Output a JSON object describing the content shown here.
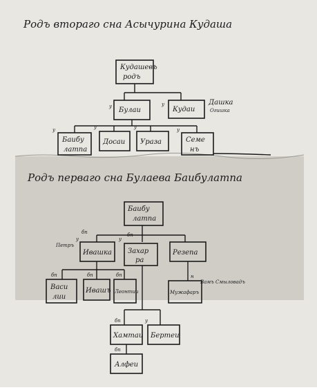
{
  "manuscript": {
    "title_top": "Родъ втораго сна Асычурина Кудаша",
    "title_middle": "Родъ перваго сна Булаева Баибулатпа",
    "colors": {
      "paper": "#e9e7e2",
      "inset_paper": "#cfcdc6",
      "ink": "#1a1a1a"
    }
  },
  "tree_top": {
    "root": [
      "Кудашевъ",
      "родъ"
    ],
    "level1": [
      {
        "id": "bulai",
        "label": "Булаи",
        "mark": "у"
      },
      {
        "id": "kudai",
        "label": "Кудаи",
        "mark": "у",
        "note_lines": [
          "Дашка",
          "Огишка"
        ]
      }
    ],
    "level2": [
      {
        "id": "baibulat",
        "lines": [
          "Баибу",
          "латпа"
        ],
        "mark": "у"
      },
      {
        "id": "dosai",
        "lines": [
          "Досаи"
        ],
        "mark": "у"
      },
      {
        "id": "uraz",
        "lines": [
          "Ураза"
        ],
        "mark": "у"
      },
      {
        "id": "semen",
        "lines": [
          "Семе",
          "нъ"
        ],
        "mark": "у"
      }
    ]
  },
  "tree_bottom": {
    "root": [
      "Баибу",
      "латпа"
    ],
    "level1": [
      {
        "id": "ivan",
        "label": "Ивашка",
        "mark": "у",
        "pre_mark": "бп",
        "side": "Петръ"
      },
      {
        "id": "zakhar",
        "lines": [
          "Захар",
          "ра"
        ],
        "mark": "у",
        "pre_mark": "бп"
      },
      {
        "id": "rezep",
        "label": "Резепа"
      }
    ],
    "level2": [
      {
        "id": "vasil",
        "lines": [
          "Васи",
          "лии"
        ],
        "mark": "бп"
      },
      {
        "id": "ivan2",
        "lines": [
          "Ивашъ"
        ],
        "mark": "бп"
      },
      {
        "id": "leont",
        "lines": [
          "Леонтии"
        ],
        "mark": "бп"
      },
      {
        "id": "muzhaf",
        "lines": [
          "Мужафаръ"
        ],
        "mark": "н",
        "side": "Вамъ Смыловадъ"
      }
    ],
    "level3": [
      {
        "id": "khamtai",
        "lines": [
          "Хамтаи"
        ],
        "mark": "бп"
      },
      {
        "id": "berte",
        "lines": [
          "Бертеи"
        ],
        "mark": "у"
      }
    ],
    "level4": [
      {
        "id": "alfei",
        "lines": [
          "Алфеи"
        ],
        "mark": "бп"
      }
    ]
  }
}
